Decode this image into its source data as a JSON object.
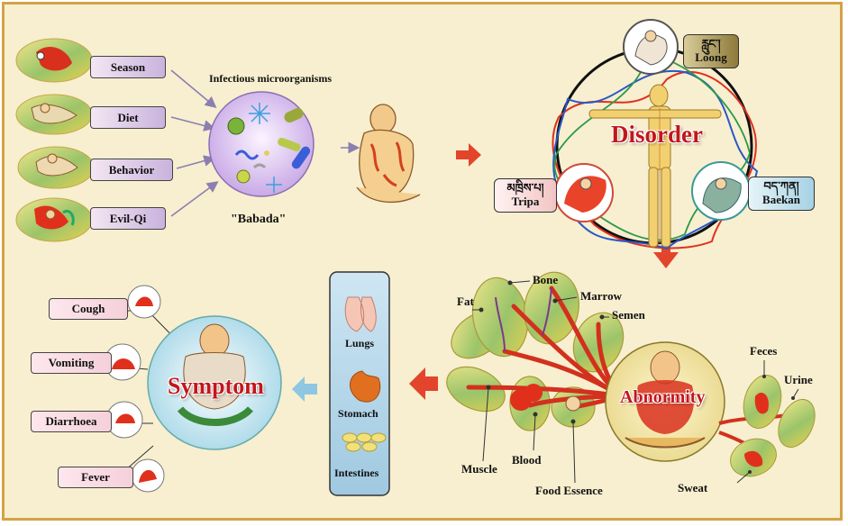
{
  "causes": [
    "Season",
    "Diet",
    "Behavior",
    "Evil-Qi"
  ],
  "microbe_caption": "Infectious microorganisms",
  "babada_label": "\"Babada\"",
  "disorder_label": "Disorder",
  "doshas": {
    "loong": {
      "tibetan": "རླུང་།",
      "name": "Loong"
    },
    "tripa": {
      "tibetan": "མཁྲིས་པ།",
      "name": "Tripa"
    },
    "baekan": {
      "tibetan": "བད་ཀན།",
      "name": "Baekan"
    }
  },
  "tissues": [
    "Fat",
    "Bone",
    "Marrow",
    "Semen",
    "Muscle",
    "Blood",
    "Food Essence"
  ],
  "wastes": [
    "Feces",
    "Urine",
    "Sweat"
  ],
  "abnormity_label": "Abnormity",
  "organs": [
    "Lungs",
    "Stomach",
    "Intestines"
  ],
  "symptom_label": "Symptom",
  "symptoms": [
    "Cough",
    "Vomiting",
    "Diarrhoea",
    "Fever"
  ],
  "colors": {
    "frame_border": "#d4a247",
    "background": "#f7efcf",
    "arrow_red": "#e2452c",
    "title_red": "#c2161c"
  }
}
